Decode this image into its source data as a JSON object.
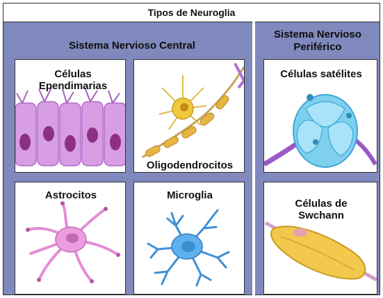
{
  "title": "Tipos de Neuroglia",
  "sections": {
    "central": {
      "title": "Sistema Nervioso Central"
    },
    "peripheral": {
      "title": "Sistema Nervioso Periférico"
    }
  },
  "cells": {
    "ependymal": {
      "label": "Células Ependimarias",
      "icon": "ependymal-cells-icon"
    },
    "oligodendrocytes": {
      "label": "Oligodendrocitos",
      "icon": "oligodendrocyte-icon"
    },
    "astrocytes": {
      "label": "Astrocitos",
      "icon": "astrocyte-icon"
    },
    "microglia": {
      "label": "Microglia",
      "icon": "microglia-icon"
    },
    "satellite": {
      "label": "Células satélites",
      "icon": "satellite-cells-icon"
    },
    "schwann": {
      "label": "Células de Swchann",
      "icon": "schwann-cell-icon"
    }
  },
  "colors": {
    "background": "#8089bd",
    "ependymal": "#c987d6",
    "oligodendrocyte": "#e8c84a",
    "astrocyte": "#e48cd6",
    "microglia": "#4f9fe0",
    "satellite": "#7fd0ef",
    "schwann": "#f2c94c"
  }
}
